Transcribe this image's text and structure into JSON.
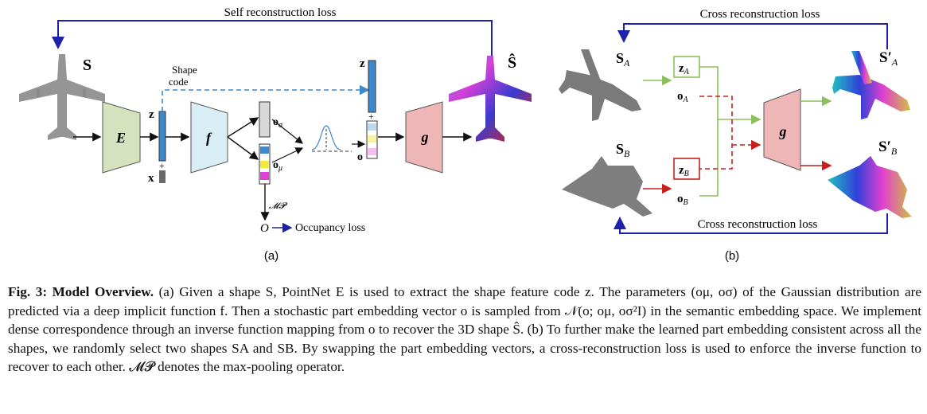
{
  "panel_a": {
    "top_loss": "Self reconstruction loss",
    "shape_in": "S",
    "shape_out": "Ŝ",
    "encoder": "E",
    "z": "z",
    "plus": "+",
    "x": "x",
    "shape_code": [
      "Shape",
      "code"
    ],
    "f": "f",
    "o_sigma": "o",
    "o_sigma_sub": "σ",
    "o_mu": "o",
    "o_mu_sub": "μ",
    "mp": "𝓜𝓟",
    "O": "O",
    "occupancy": "Occupancy loss",
    "z_top": "z",
    "plus2": "+",
    "o": "o",
    "g": "g",
    "label": "(a)"
  },
  "panel_b": {
    "top_loss": "Cross reconstruction loss",
    "bottom_loss": "Cross reconstruction loss",
    "SA": "S",
    "SA_sub": "A",
    "SB": "S",
    "SB_sub": "B",
    "zA": "z",
    "zA_sub": "A",
    "oA": "o",
    "oA_sub": "A",
    "zB": "z",
    "zB_sub": "B",
    "oB": "o",
    "oB_sub": "B",
    "g": "g",
    "SA_out": "S′",
    "SA_out_sub": "A",
    "SB_out": "S′",
    "SB_out_sub": "B",
    "label": "(b)"
  },
  "caption": {
    "fig": "Fig. 3: Model Overview.",
    "text": " (a) Given a shape S, PointNet E is used to extract the shape feature code z. The parameters (oμ, oσ) of the Gaussian distribution are predicted via a deep implicit function f. Then a stochastic part embedding vector o is sampled from 𝒩(o; oμ, oσ²I) in the semantic embedding space. We implement dense correspondence through an inverse function mapping from o to recover the 3D shape Ŝ. (b) To further make the learned part embedding consistent across all the shapes, we randomly select two shapes SA and SB. By swapping the part embedding vectors, a cross-reconstruction loss is used to enforce the inverse function to recover to each other. 𝓜𝓟 denotes the max-pooling operator."
  },
  "colors": {
    "loop": "#1f22a8",
    "encoder": "#d6e2bd",
    "f_block": "#d9edf5",
    "g_block": "#eeb6b6",
    "code_blue": "#3c89cc",
    "green": "#8cbf5a",
    "red": "#c81e1e"
  }
}
